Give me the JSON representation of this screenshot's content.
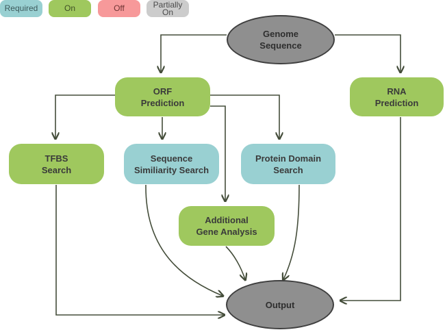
{
  "legend": {
    "required": "Required",
    "on": "On",
    "off": "Off",
    "partially_line1": "Partially",
    "partially_line2": "On"
  },
  "nodes": {
    "genome": {
      "line1": "Genome",
      "line2": "Sequence"
    },
    "orf": {
      "line1": "ORF",
      "line2": "Prediction"
    },
    "rna": {
      "line1": "RNA",
      "line2": "Prediction"
    },
    "tfbs": {
      "line1": "TFBS",
      "line2": "Search"
    },
    "similarity": {
      "line1": "Sequence",
      "line2": "Similiarity Search"
    },
    "protein": {
      "line1": "Protein Domain",
      "line2": "Search"
    },
    "additional": {
      "line1": "Additional",
      "line2": "Gene Analysis"
    },
    "output": {
      "line1": "Output"
    }
  },
  "colors": {
    "required": "#99d0d2",
    "on": "#9fc85e",
    "off": "#f7999a",
    "partially_on": "#cccccc",
    "endpoint": "#8f8f8f",
    "arrow": "#444d3a"
  }
}
